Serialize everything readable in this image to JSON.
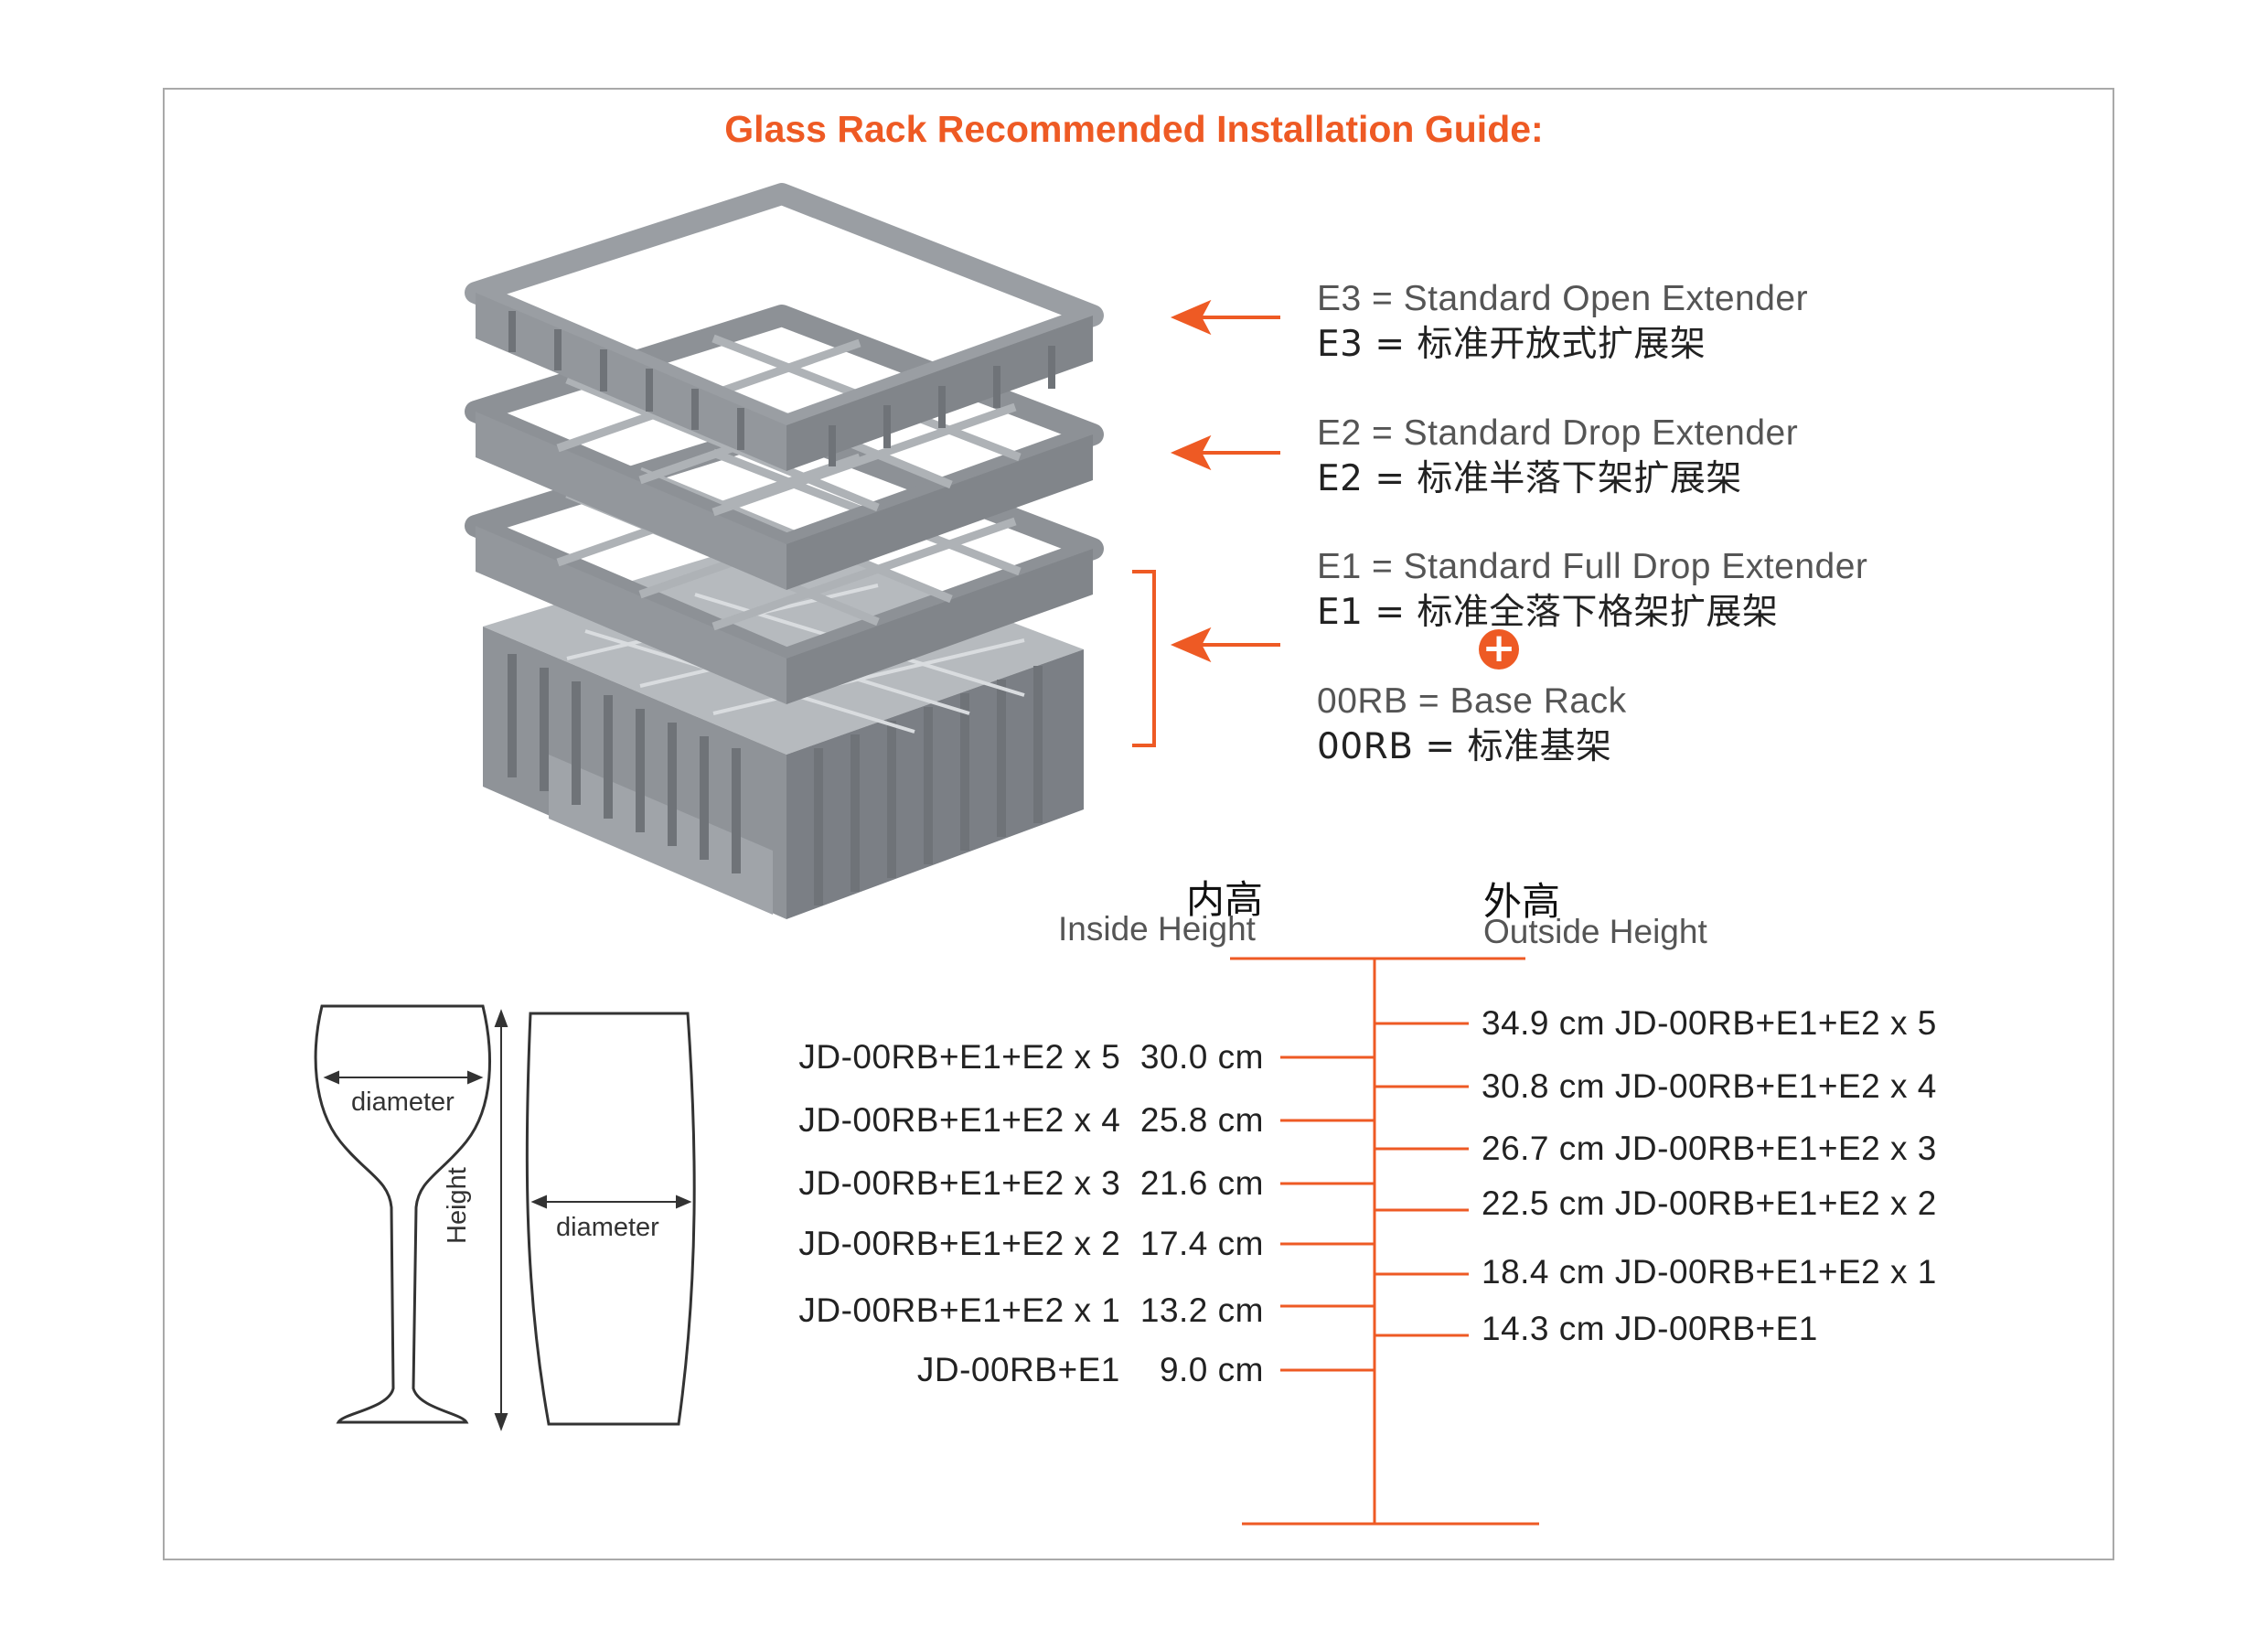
{
  "title": "Glass Rack Recommended Installation Guide:",
  "accent_color": "#ee5a24",
  "legend": {
    "e3_en": "E3 = Standard Open Extender",
    "e3_cn": "E3 = 标准开放式扩展架",
    "e2_en": "E2 = Standard Drop Extender",
    "e2_cn": "E2 = 标准半落下架扩展架",
    "e1_en": "E1 = Standard Full Drop Extender",
    "e1_cn": "E1 = 标准全落下格架扩展架",
    "base_en": "00RB = Base Rack",
    "base_cn": "00RB = 标准基架",
    "plus_icon": "plus-circle-icon"
  },
  "glass_diagram": {
    "diameter_wine": "diameter",
    "diameter_tumbler": "diameter",
    "height": "Height"
  },
  "inside": {
    "header_cn": "内高",
    "header_en": "Inside Height",
    "rows": [
      {
        "model": "JD-00RB+E1+E2 x 5",
        "value": "30.0 cm"
      },
      {
        "model": "JD-00RB+E1+E2 x 4",
        "value": "25.8 cm"
      },
      {
        "model": "JD-00RB+E1+E2 x 3",
        "value": "21.6 cm"
      },
      {
        "model": "JD-00RB+E1+E2 x 2",
        "value": "17.4 cm"
      },
      {
        "model": "JD-00RB+E1+E2 x 1",
        "value": "13.2 cm"
      },
      {
        "model": "JD-00RB+E1",
        "value": "9.0 cm"
      }
    ]
  },
  "outside": {
    "header_cn": "外高",
    "header_en": "Outside Height",
    "rows": [
      {
        "value": "34.9 cm",
        "model": "JD-00RB+E1+E2 x 5"
      },
      {
        "value": "30.8 cm",
        "model": "JD-00RB+E1+E2 x 4"
      },
      {
        "value": "26.7 cm",
        "model": "JD-00RB+E1+E2 x 3"
      },
      {
        "value": "22.5 cm",
        "model": "JD-00RB+E1+E2 x 2"
      },
      {
        "value": "18.4 cm",
        "model": "JD-00RB+E1+E2 x 1"
      },
      {
        "value": "14.3 cm",
        "model": "JD-00RB+E1"
      }
    ]
  }
}
